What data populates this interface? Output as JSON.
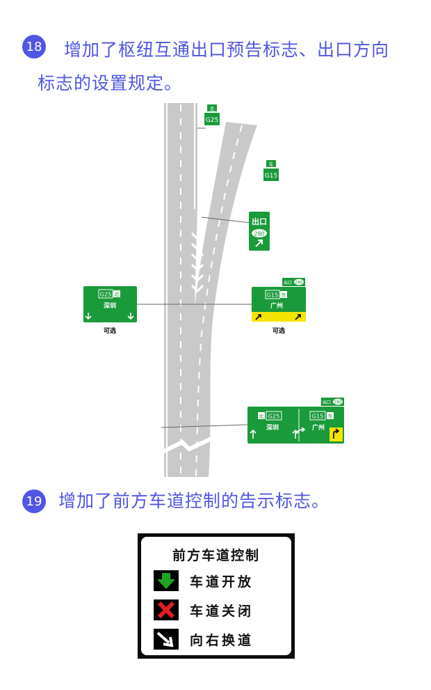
{
  "section18": {
    "number": "18",
    "line1": "增加了枢纽互通出口预告标志、出口方向",
    "line2": "标志的设置规定。"
  },
  "diagram": {
    "sign_north": {
      "dir": "北",
      "route": "G25"
    },
    "sign_east": {
      "dir": "东",
      "route": "G15"
    },
    "exit_sign": {
      "title": "出口",
      "number": "280"
    },
    "left_sign": {
      "route": "G25",
      "dir": "北",
      "city": "深圳",
      "caption": "可选"
    },
    "right_sign": {
      "tab": "出口",
      "tab_num": "280",
      "route": "G15",
      "dir": "东",
      "city": "广州",
      "caption": "可选"
    },
    "bottom_sign": {
      "tab": "出口",
      "tab_num": "280",
      "left_dir": "北",
      "left_route": "G25",
      "left_city": "深圳",
      "right_route": "G15",
      "right_dir": "东",
      "right_city": "广州"
    },
    "colors": {
      "sign_green": "#1a9a3a",
      "sign_yellow": "#f5e400",
      "road_grey": "#c9c9c9"
    }
  },
  "section19": {
    "number": "19",
    "heading": "增加了前方车道控制的告示标志。"
  },
  "lane_sign": {
    "title": "前方车道控制",
    "rows": [
      {
        "icon": "green-down-arrow-icon",
        "label": "车道开放"
      },
      {
        "icon": "red-x-icon",
        "label": "车道关闭"
      },
      {
        "icon": "white-diagonal-arrow-icon",
        "label": "向右换道"
      }
    ],
    "colors": {
      "open": "#1fa51f",
      "closed": "#e0201f"
    }
  }
}
